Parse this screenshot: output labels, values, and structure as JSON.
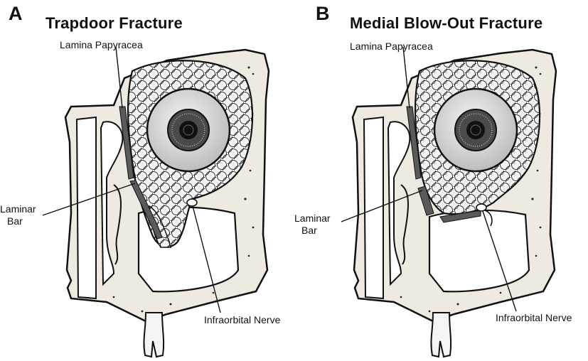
{
  "panels": [
    {
      "letter": "A",
      "title": "Trapdoor Fracture",
      "labels": {
        "lamina": "Lamina Papyracea",
        "laminar_line1": "Laminar",
        "laminar_line2": "Bar",
        "nerve": "Infraorbital Nerve"
      }
    },
    {
      "letter": "B",
      "title": "Medial Blow-Out Fracture",
      "labels": {
        "lamina": "Lamina Papyracea",
        "laminar_line1": "Laminar",
        "laminar_line2": "Bar",
        "nerve": "Infraorbital Nerve"
      }
    }
  ],
  "colors": {
    "bone": "#eeeae2",
    "ink": "#111111",
    "fat": "#f6f6f6",
    "lamina": "#5a5a5a",
    "eye": "#dcdcdc"
  }
}
